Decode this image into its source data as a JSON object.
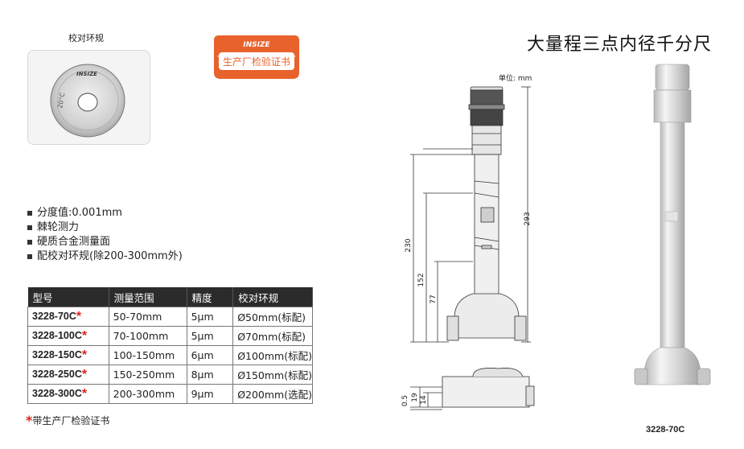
{
  "ring_gauge": {
    "title": "校对环规",
    "brand": "INSIZE",
    "temp_mark": "20°C"
  },
  "logo": {
    "brand": "INSIZE",
    "text": "生产厂检验证书",
    "color": "#e8622c"
  },
  "title": "大量程三点内径千分尺",
  "features": [
    "分度值:0.001mm",
    "棘轮测力",
    "硬质合金测量面",
    "配校对环规(除200-300mm外)"
  ],
  "table": {
    "headers": [
      "型号",
      "测量范围",
      "精度",
      "校对环规"
    ],
    "rows": [
      {
        "model": "3228-70C",
        "range": "50-70mm",
        "accuracy": "5μm",
        "ring": "Ø50mm(标配)"
      },
      {
        "model": "3228-100C",
        "range": "70-100mm",
        "accuracy": "5μm",
        "ring": "Ø70mm(标配)"
      },
      {
        "model": "3228-150C",
        "range": "100-150mm",
        "accuracy": "6μm",
        "ring": "Ø100mm(标配)"
      },
      {
        "model": "3228-250C",
        "range": "150-250mm",
        "accuracy": "8μm",
        "ring": "Ø150mm(标配)"
      },
      {
        "model": "3228-300C",
        "range": "200-300mm",
        "accuracy": "9μm",
        "ring": "Ø200mm(选配)"
      }
    ],
    "star": "*",
    "star_color": "#e0201a"
  },
  "footnote": {
    "star": "*",
    "text": "带生产厂检验证书"
  },
  "drawing": {
    "unit": "单位: mm",
    "dims": {
      "d293": "293",
      "d230": "230",
      "d152": "152",
      "d77": "77",
      "d19": "19",
      "d14": "14",
      "d05": "0.5"
    }
  },
  "photo_caption": "3228-70C"
}
